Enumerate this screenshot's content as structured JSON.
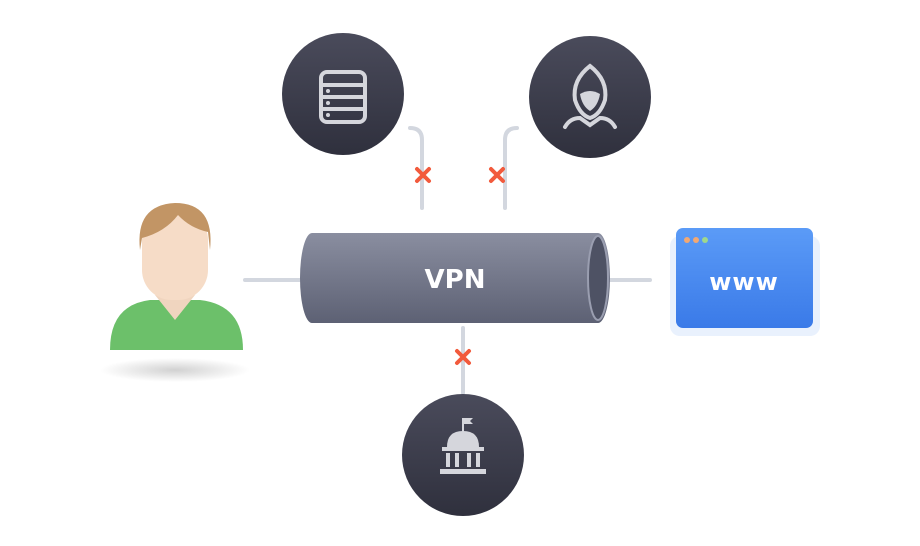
{
  "tunnel": {
    "label": "VPN"
  },
  "website": {
    "label": "www"
  },
  "nodes": [
    "user",
    "database",
    "hacker",
    "government",
    "website"
  ],
  "colors": {
    "node": "#3a3b4a",
    "tunnel": "#6e7285",
    "block": "#f25a3c",
    "web": "#4a8cf0",
    "shirt": "#6cc06a"
  }
}
